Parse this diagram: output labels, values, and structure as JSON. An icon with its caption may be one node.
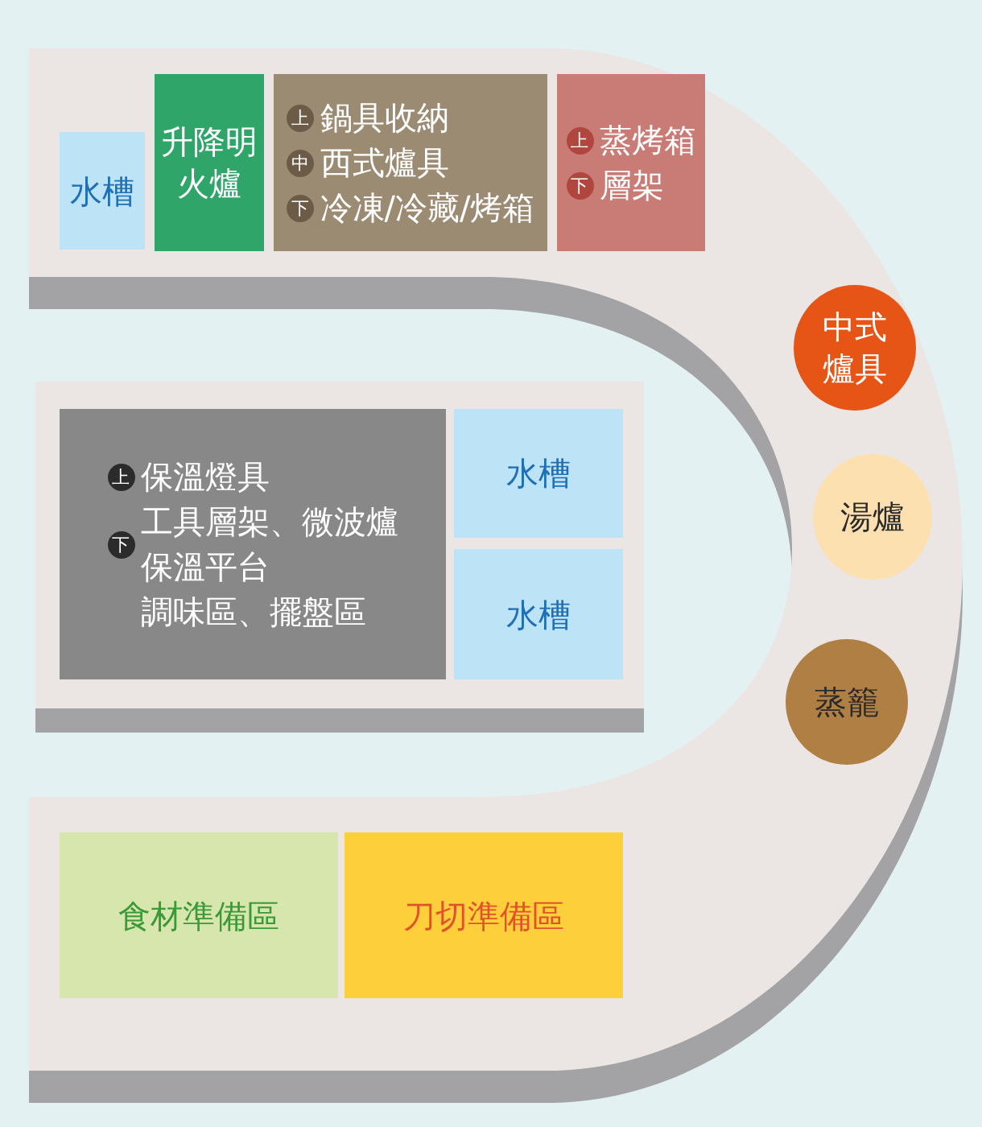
{
  "diagram": {
    "nodes": [
      {
        "text": [
          "水槽"
        ]
      },
      {
        "text": [
          "升降明火爐"
        ]
      },
      {
        "text": [
          "上",
          "鍋具收納",
          "中",
          "西式爐具",
          "下",
          "冷凍/冷藏/烤箱"
        ]
      },
      {
        "text": [
          "上",
          "蒸烤箱",
          "下",
          "層架"
        ]
      },
      {
        "text": [
          "中式爐具"
        ]
      },
      {
        "text": [
          "湯爐"
        ]
      },
      {
        "text": [
          "蒸籠"
        ]
      },
      {
        "text": [
          "上",
          "保溫燈具",
          "工具層架、微波爐",
          "下",
          "保溫平台",
          "調味區、擺盤區"
        ]
      },
      {
        "text": [
          "水槽"
        ]
      },
      {
        "text": [
          "水槽"
        ]
      },
      {
        "text": [
          "食材準備區"
        ]
      },
      {
        "text": [
          "刀切準備區"
        ]
      }
    ]
  }
}
